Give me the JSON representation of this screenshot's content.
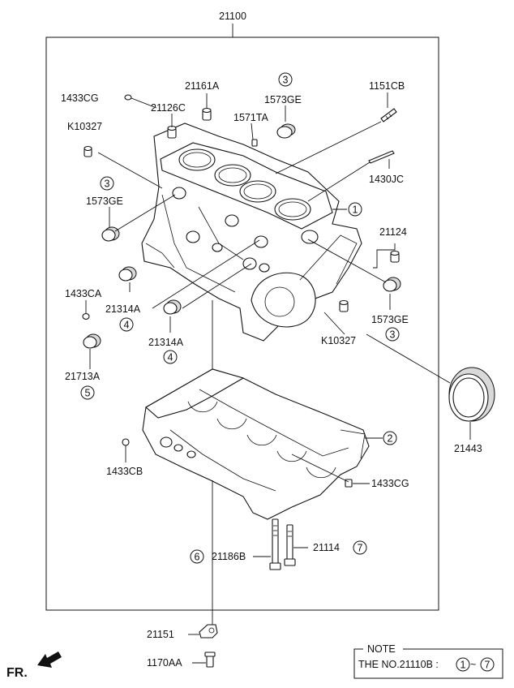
{
  "assembly_number": "21100",
  "part_labels": {
    "p1433CG_top": "1433CG",
    "p21161A": "21161A",
    "p21126C": "21126C",
    "p1151CB": "1151CB",
    "pK10327_top": "K10327",
    "p1571TA": "1571TA",
    "p1573GE_top": "1573GE",
    "p1573GE_left": "1573GE",
    "p1430JC": "1430JC",
    "p21124": "21124",
    "p1433CA": "1433CA",
    "p21314A_left": "21314A",
    "p21314A_mid": "21314A",
    "p21713A": "21713A",
    "p1573GE_right": "1573GE",
    "pK10327_right": "K10327",
    "p21443": "21443",
    "p1433CB": "1433CB",
    "p1433CG_right": "1433CG",
    "p21186B": "21186B",
    "p21114": "21114",
    "p21151": "21151",
    "p1170AA": "1170AA"
  },
  "callouts": {
    "c1": "1",
    "c2": "2",
    "c3_top": "3",
    "c3_left": "3",
    "c3_right": "3",
    "c4_left": "4",
    "c4_mid": "4",
    "c5": "5",
    "c6": "6",
    "c7": "7"
  },
  "orientation": "FR.",
  "note": {
    "title": "NOTE",
    "text": "THE NO.21110B :",
    "range_start": "1",
    "range_sep": "~",
    "range_end": "7"
  }
}
